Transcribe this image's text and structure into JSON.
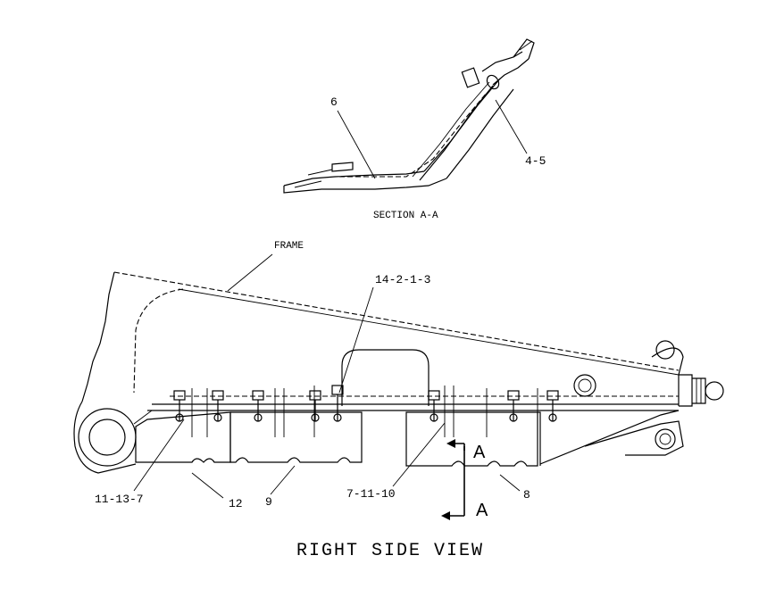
{
  "labels": {
    "section_title": "SECTION A-A",
    "view_title": "RIGHT SIDE VIEW",
    "frame": "FRAME",
    "callout_6": "6",
    "callout_4_5": "4-5",
    "callout_14_2_1_3": "14-2-1-3",
    "callout_11_13_7": "11-13-7",
    "callout_12": "12",
    "callout_9": "9",
    "callout_7_11_10": "7-11-10",
    "callout_8": "8",
    "section_marker_top": "A",
    "section_marker_bottom": "A"
  }
}
